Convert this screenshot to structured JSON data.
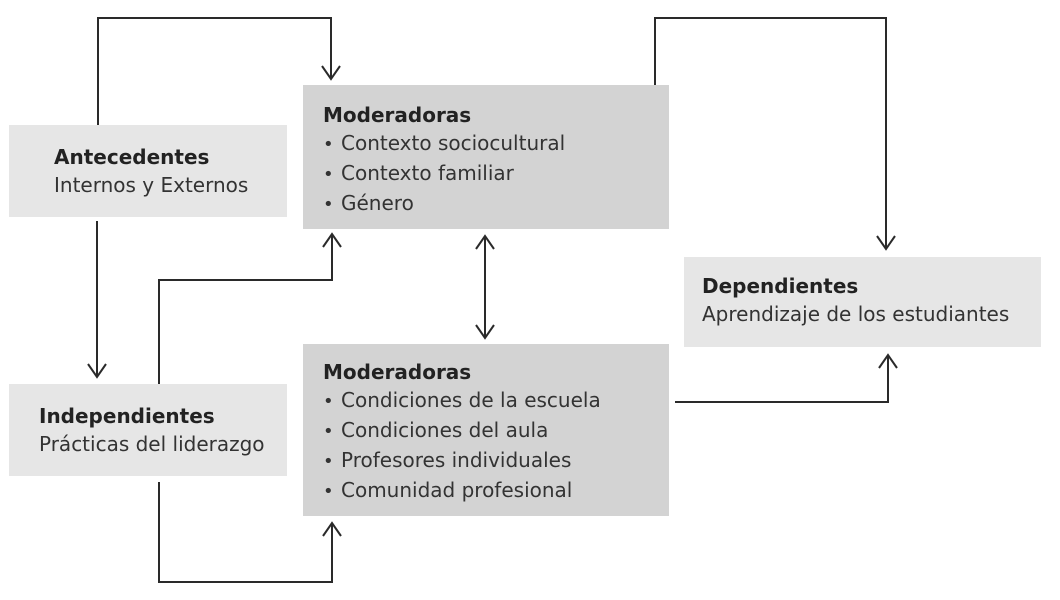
{
  "boxes": {
    "antecedentes": {
      "title": "Antecedentes",
      "subtitle": "Internos y Externos"
    },
    "independientes": {
      "title": "Independientes",
      "subtitle": "Prácticas del liderazgo"
    },
    "moderadoras_1": {
      "title": "Moderadoras",
      "items": [
        "Contexto sociocultural",
        "Contexto familiar",
        "Género"
      ]
    },
    "moderadoras_2": {
      "title": "Moderadoras",
      "items": [
        "Condiciones de la escuela",
        "Condiciones del aula",
        "Profesores individuales",
        "Comunidad profesional"
      ]
    },
    "dependientes": {
      "title": "Dependientes",
      "subtitle": "Aprendizaje de los estudiantes"
    }
  },
  "bullet": "•",
  "colors": {
    "box_light": "#e6e6e6",
    "box_dark": "#d3d3d3",
    "line": "#2a2a2a",
    "text": "#333333"
  }
}
